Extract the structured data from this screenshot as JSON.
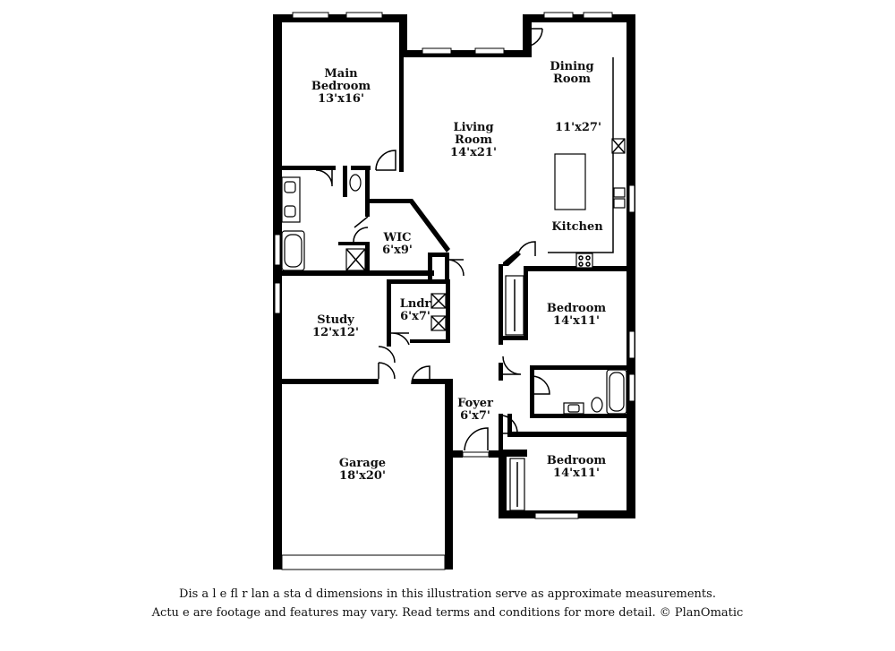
{
  "rooms": {
    "main_bedroom": {
      "name": "Main Bedroom",
      "line1": "Main",
      "line2": "Bedroom",
      "size": "13'x16'"
    },
    "living_room": {
      "line1": "Living",
      "line2": "Room",
      "size": "14'x21'"
    },
    "dining_room": {
      "line1": "Dining",
      "line2": "Room",
      "size": "11'x27'"
    },
    "kitchen": {
      "name": "Kitchen"
    },
    "wic": {
      "name": "WIC",
      "size": "6'x9'"
    },
    "laundry": {
      "name": "Lndr",
      "size": "6'x7'"
    },
    "study": {
      "name": "Study",
      "size": "12'x12'"
    },
    "bedroom_upper": {
      "name": "Bedroom",
      "size": "14'x11'"
    },
    "bedroom_lower": {
      "name": "Bedroom",
      "size": "14'x11'"
    },
    "foyer": {
      "name": "Foyer",
      "size": "6'x7'"
    },
    "garage": {
      "name": "Garage",
      "size": "18'x20'"
    }
  },
  "disclaimer": {
    "line1": "Dis  a   l e fl  r  lan a   sta  d dimensions in this illustration serve as approximate measurements.",
    "line2": "Actu   e  are footage and features may vary. Read terms and conditions for more detail. © PlanOmatic"
  }
}
